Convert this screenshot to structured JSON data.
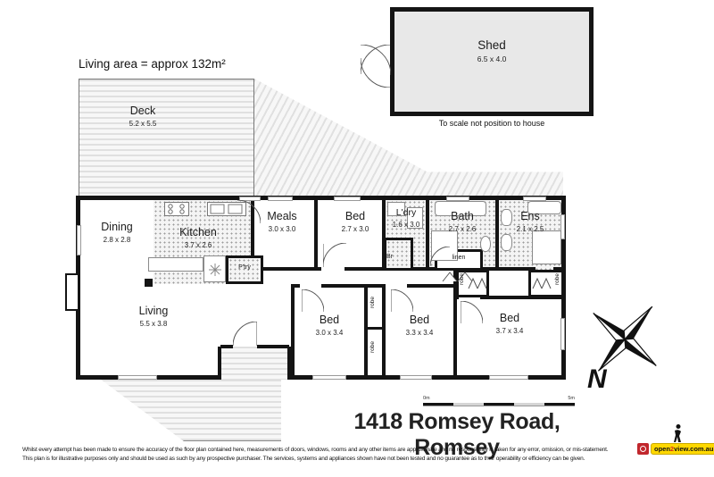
{
  "living_area_note": "Living area = approx 132m²",
  "title": "1418 Romsey Road, Romsey",
  "shed": {
    "name": "Shed",
    "dims": "6.5 x 4.0",
    "note": "To scale not position to house"
  },
  "rooms": [
    {
      "id": "deck",
      "name": "Deck",
      "dims": "5.2 x 5.5"
    },
    {
      "id": "dining",
      "name": "Dining",
      "dims": "2.8 x 2.8"
    },
    {
      "id": "kitchen",
      "name": "Kitchen",
      "dims": "3.7 x 2.6"
    },
    {
      "id": "meals",
      "name": "Meals",
      "dims": "3.0 x 3.0"
    },
    {
      "id": "bed1",
      "name": "Bed",
      "dims": "2.7 x 3.0"
    },
    {
      "id": "laundry",
      "name": "L'dry",
      "dims": "1.6 x 3.0"
    },
    {
      "id": "bath",
      "name": "Bath",
      "dims": "2.7 x 2.6"
    },
    {
      "id": "ensuite",
      "name": "Ens",
      "dims": "2.1 x 2.5"
    },
    {
      "id": "living",
      "name": "Living",
      "dims": "5.5 x 3.8"
    },
    {
      "id": "bed2",
      "name": "Bed",
      "dims": "3.0 x 3.4"
    },
    {
      "id": "bed3",
      "name": "Bed",
      "dims": "3.3 x 3.4"
    },
    {
      "id": "bed4",
      "name": "Bed",
      "dims": "3.7 x 3.4"
    }
  ],
  "labels": {
    "pantry": "P'try",
    "br": "Br",
    "linen": "linen",
    "robe": "robe"
  },
  "compass": {
    "label": "N"
  },
  "scale_bar": {
    "start": "0m",
    "end": "5m"
  },
  "disclaimer": {
    "line1": "Whilst every attempt has been made to ensure the accuracy of the floor plan contained here, measurements of doors, windows, rooms and any other items are approximate and no responsibility is taken for any error, omission, or mis-statement.",
    "line2": "This plan is for illustrative purposes only and should be used as such by any prospective purchaser. The services, systems and appliances shown have not been tested and no guarantee as to their operability or efficiency can be given."
  },
  "logo": {
    "part1": "open",
    "part2": "2",
    "part3": "view.com.au"
  },
  "icons": {
    "compass": "4-point-star-rose",
    "camera": "camera-in-red-square",
    "bifold": "double-chevron-doors",
    "fridge": "snowflake-asterisk"
  },
  "colors": {
    "wall": "#141414",
    "deck_stripe": "#e0e0e0",
    "logo_yellow": "#ffd800",
    "logo_red": "#c1272d"
  }
}
